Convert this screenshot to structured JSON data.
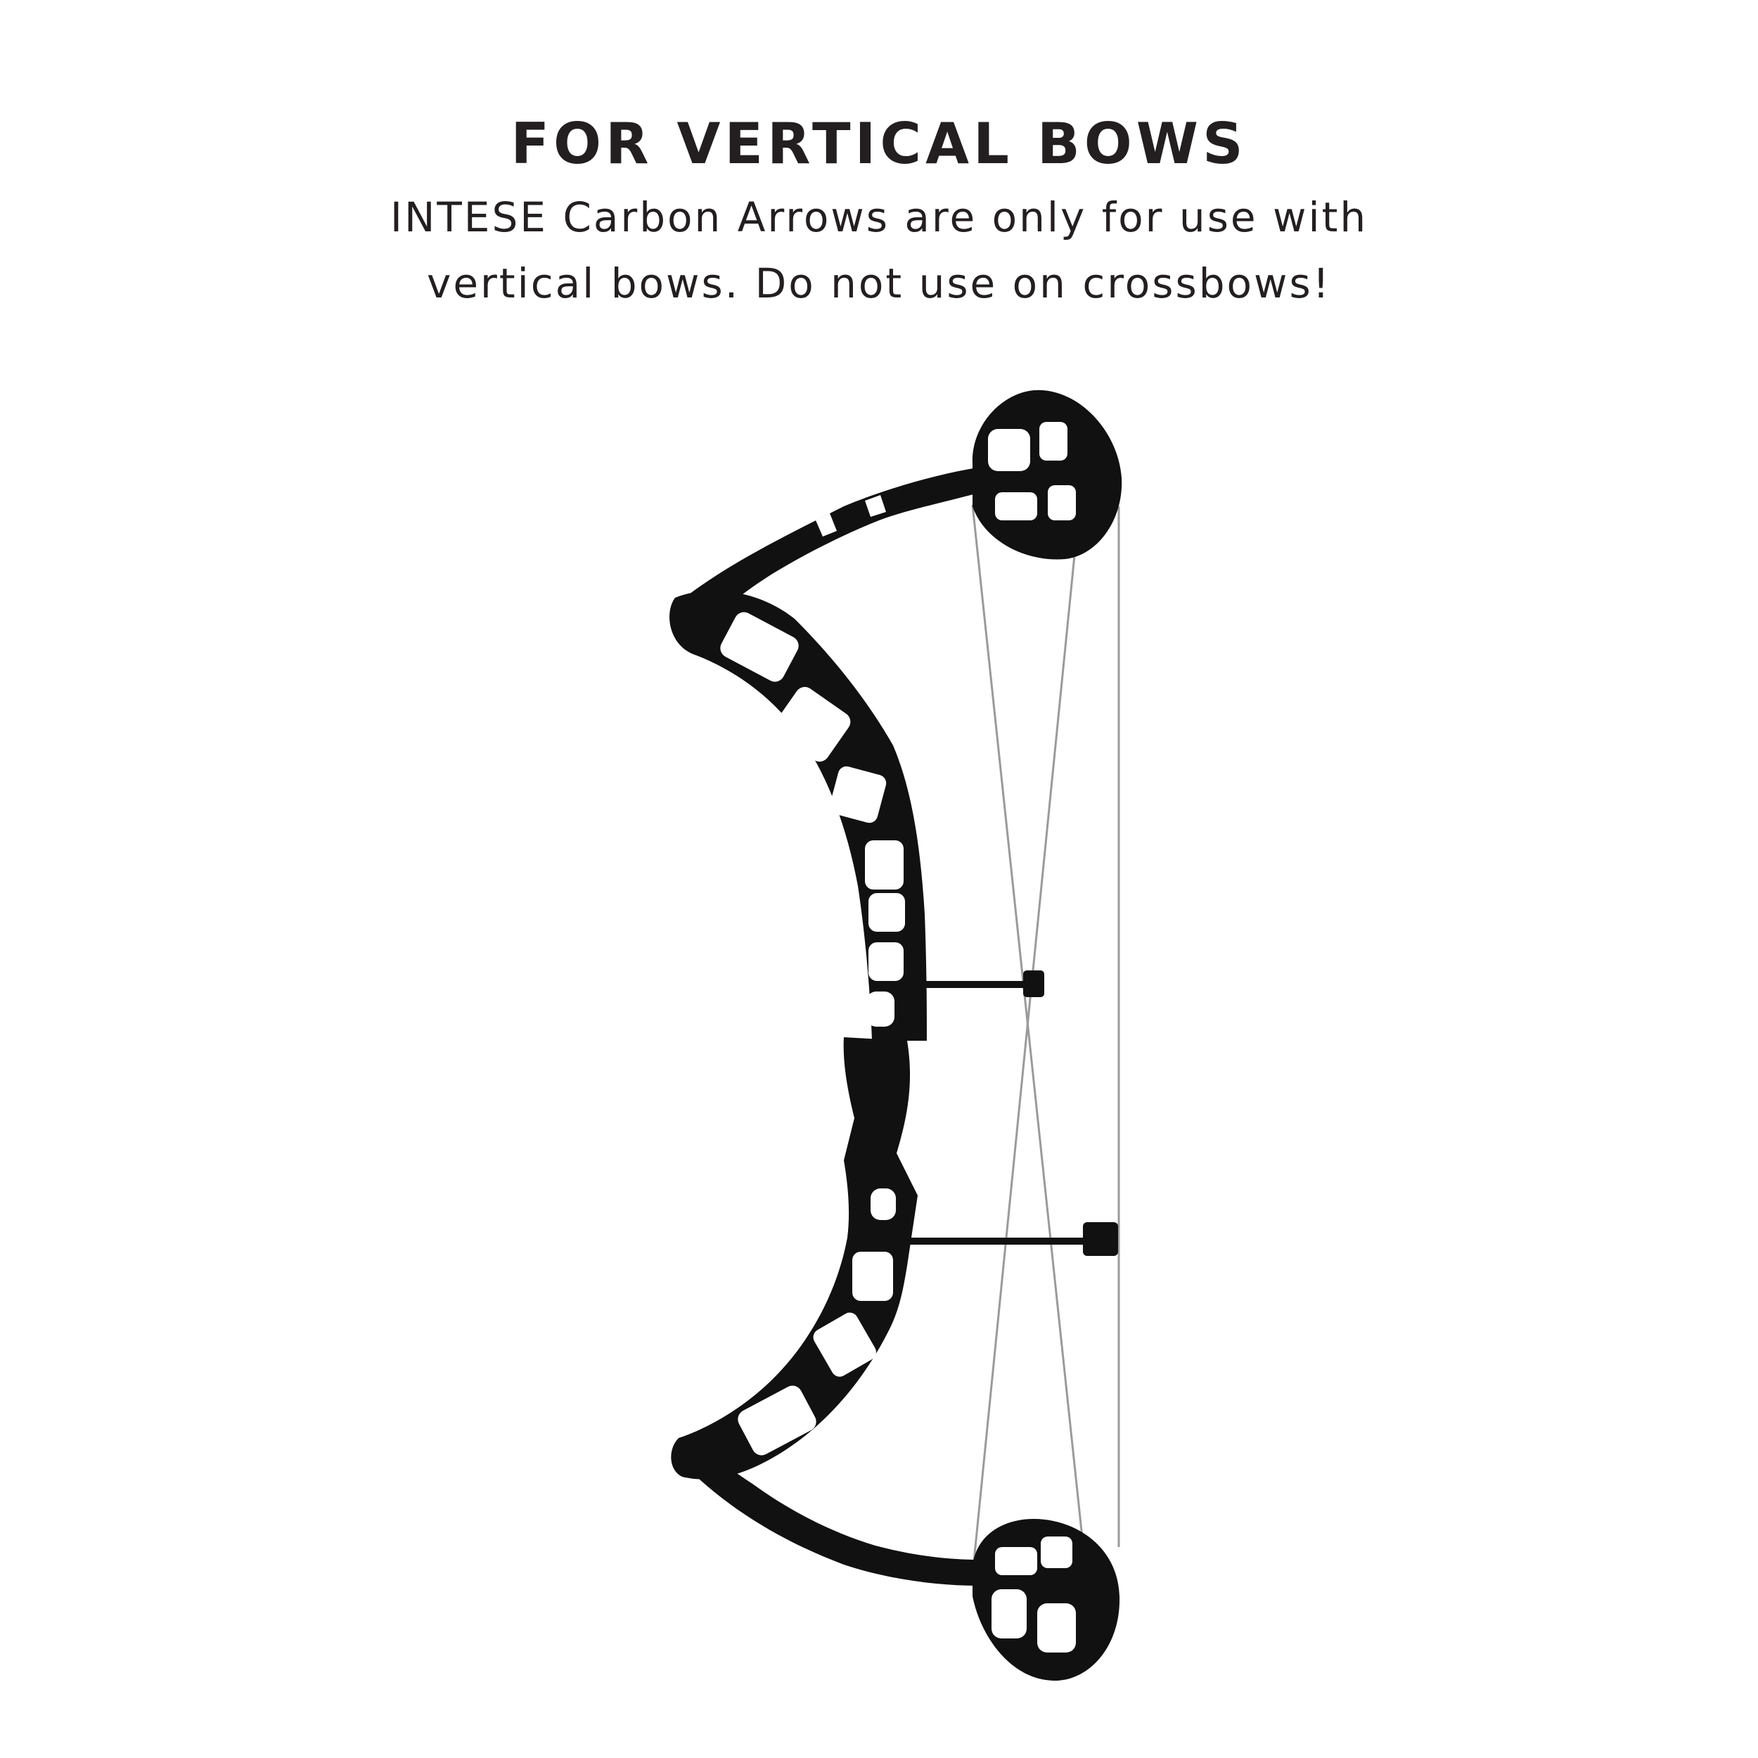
{
  "headline": "FOR VERTICAL BOWS",
  "description": {
    "line1": "INTESE Carbon Arrows are only for use with",
    "line2": "vertical bows. Do not use on crossbows!"
  },
  "illustration": {
    "icon": "compound-bow-icon",
    "fill_color": "#111111",
    "string_color": "#9a9a9a"
  }
}
